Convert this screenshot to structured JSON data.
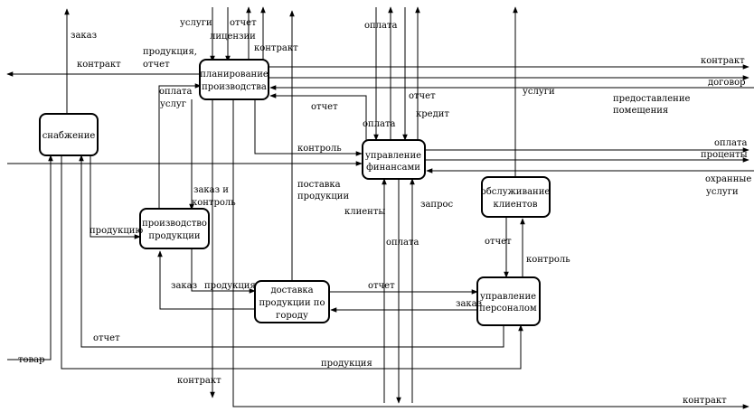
{
  "nodes": {
    "supply": [
      "снабжение"
    ],
    "planning": [
      "планирование",
      "производства"
    ],
    "finance": [
      "управление",
      "финансами"
    ],
    "production": [
      "производство",
      "продукции"
    ],
    "service": [
      "обслуживание",
      "клиентов"
    ],
    "delivery": [
      "доставка",
      "продукции по",
      "городу"
    ],
    "personnel": [
      "управление",
      "персоналом"
    ]
  },
  "labels": {
    "zakaz_top": "заказ",
    "kontrakt_left": "контракт",
    "uslugi_top": "услуги",
    "licenzii": "лицензии",
    "otchet_top": "отчет",
    "kontrakt_top": "контракт",
    "produkciya_otchet_1": "продукция,",
    "produkciya_otchet_2": "отчет",
    "oplata_uslug_1": "оплата",
    "oplata_uslug_2": "услуг",
    "oplata_top": "оплата",
    "kontrakt_right": "контракт",
    "dogovor": "договор",
    "predostavlenie_1": "предоставление",
    "predostavlenie_2": "помещения",
    "uslugi_right": "услуги",
    "otchet_mid": "отчет",
    "kredit": "кредит",
    "oplata_fin": "оплата",
    "otchet_left": "отчет",
    "kontrol_mid": "контроль",
    "oplata_right": "оплата",
    "procenty": "проценты",
    "ohrannye_1": "охранные",
    "ohrannye_2": "услуги",
    "postavka_1": "поставка",
    "postavka_2": "продукции",
    "zakaz_i_kontrol_1": "заказ и",
    "zakaz_i_kontrol_2": "контроль",
    "produkciya_left": "продукцию",
    "klienty": "клиенты",
    "zapros": "запрос",
    "oplata_bottom": "оплата",
    "otchet_service": "отчет",
    "kontrol_service": "контроль",
    "zakaz_delivery": "заказ",
    "produkciya_delivery": "продукция",
    "otchet_delivery": "отчет",
    "zakaz_personnel": "заказ",
    "otchet_bottom": "отчет",
    "tovar": "товар",
    "produkciya_bottom": "продукция",
    "kontrakt_bottom": "контракт",
    "kontrakt_bottom_right": "контракт"
  }
}
